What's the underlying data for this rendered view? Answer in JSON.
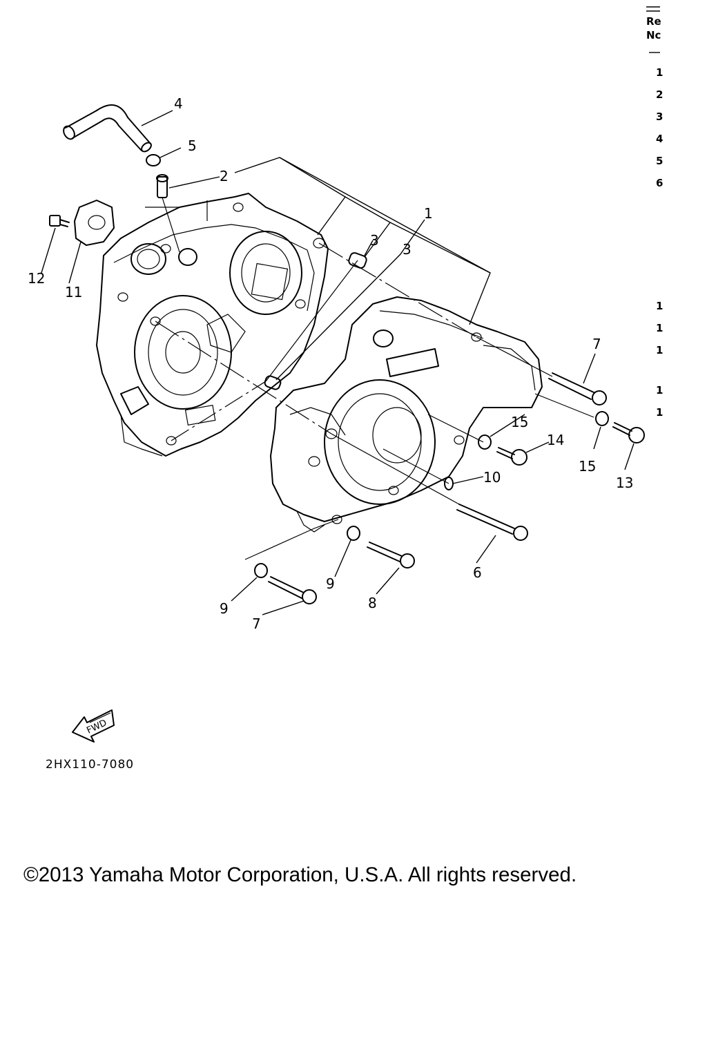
{
  "diagram": {
    "code": "2HX110-7080",
    "fwd_label": "FWD",
    "callouts": [
      "1",
      "2",
      "3",
      "3",
      "4",
      "5",
      "6",
      "7",
      "7",
      "8",
      "9",
      "9",
      "10",
      "11",
      "12",
      "13",
      "14",
      "15",
      "15"
    ]
  },
  "ref_column": {
    "header_line1": "Re",
    "header_line2": "Nc",
    "numbers": [
      "1",
      "2",
      "3",
      "4",
      "5",
      "6",
      "1",
      "1",
      "1",
      "1",
      "1"
    ]
  },
  "copyright": "©2013 Yamaha Motor Corporation, U.S.A. All rights reserved."
}
